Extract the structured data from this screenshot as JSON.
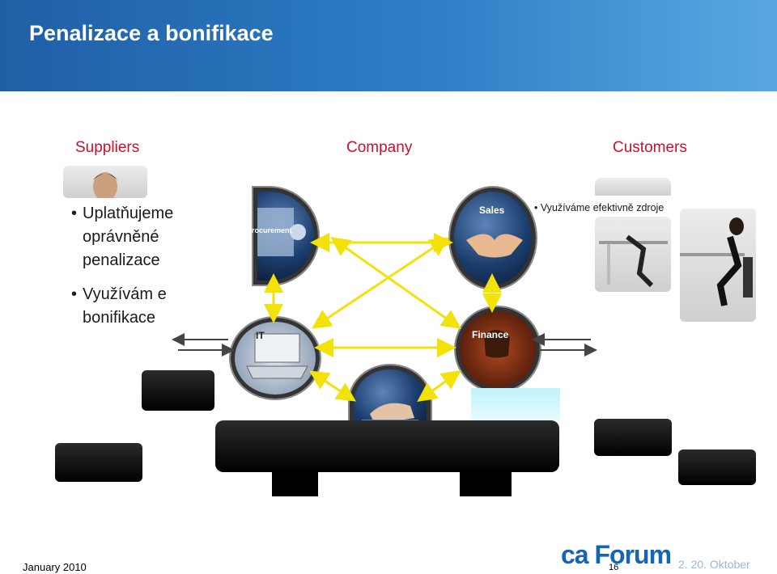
{
  "slide": {
    "title": "Penalizace a bonifikace",
    "columns": {
      "suppliers": "Suppliers",
      "company": "Company",
      "customers": "Customers"
    },
    "supplier_bullets": [
      [
        "Uplatňujeme",
        "oprávněné",
        "penalizace"
      ],
      [
        "Využívám e",
        "bonifikace"
      ]
    ],
    "customer_bullet": "Využíváme efektivně zdroje",
    "departments": {
      "procurement": "rocurement",
      "sales": "Sales",
      "it": "IT",
      "finance": "Finance"
    },
    "footer": {
      "date": "January 2010",
      "page": "16",
      "logo": "ca Forum",
      "logo_suffix": "2. 20. Oktober"
    },
    "colors": {
      "header_bg": "#2d7ec7",
      "column_title": "#c8102e",
      "arrows": "#f3e10a",
      "logo_blue": "#1565b5",
      "logo_orange": "#f7941d"
    }
  }
}
